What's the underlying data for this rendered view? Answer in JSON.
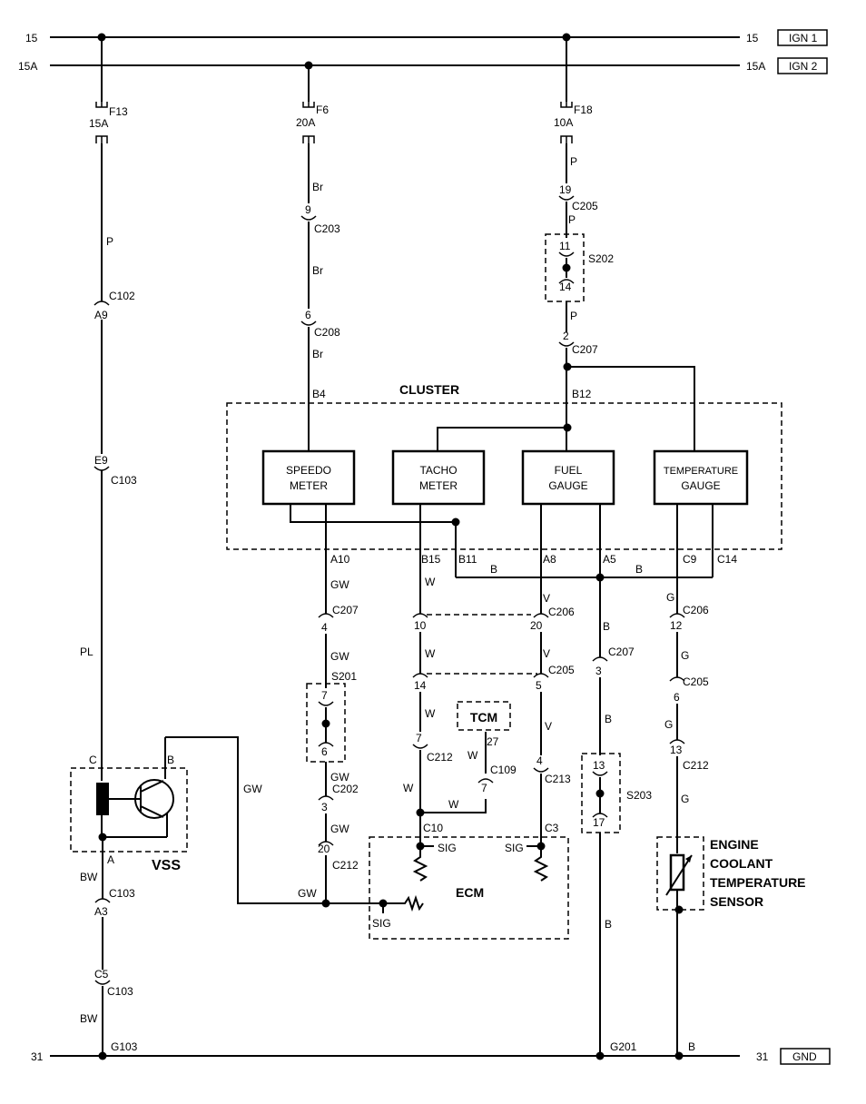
{
  "rails": {
    "ign1_left": "15",
    "ign1_right": "15",
    "ign1_tag": "IGN 1",
    "ign2_left": "15A",
    "ign2_right": "15A",
    "ign2_tag": "IGN 2",
    "gnd_left": "31",
    "gnd_right": "31",
    "gnd_tag": "GND"
  },
  "fuses": {
    "f13": {
      "name": "F13",
      "rating": "15A"
    },
    "f6": {
      "name": "F6",
      "rating": "20A"
    },
    "f18": {
      "name": "F18",
      "rating": "10A"
    }
  },
  "wires": {
    "p1": "P",
    "pl": "PL",
    "bw1": "BW",
    "bw2": "BW",
    "br1": "Br",
    "br2": "Br",
    "br3": "Br",
    "p2": "P",
    "p3": "P",
    "p4": "P",
    "gw_long": "GW",
    "gw_ecm": "GW",
    "gw1": "GW",
    "gw2": "GW",
    "gw3": "GW",
    "gw4": "GW",
    "w1": "W",
    "w2": "W",
    "w3": "W",
    "w4": "W",
    "w5": "W",
    "w6": "W",
    "v1": "V",
    "v2": "V",
    "v3": "V",
    "b_bus1": "B",
    "b_bus2": "B",
    "b1": "B",
    "b2": "B",
    "b3": "B",
    "b_gnd": "B",
    "g1": "G",
    "g2": "G",
    "g3": "G",
    "g4": "G"
  },
  "connectors": {
    "c102": "C102",
    "a9": "A9",
    "c103_e9": "C103",
    "e9": "E9",
    "c103_a3": "C103",
    "a3": "A3",
    "c103_c5": "C103",
    "c5": "C5",
    "g103": "G103",
    "c203": "C203",
    "n9": "9",
    "c208": "C208",
    "n6": "6",
    "b4": "B4",
    "c205_top": "C205",
    "n19": "19",
    "s202": "S202",
    "n11": "11",
    "n14_s": "14",
    "c207_top": "C207",
    "n2": "2",
    "b12": "B12",
    "a10": "A10",
    "b15": "B15",
    "b11": "B11",
    "a8": "A8",
    "a5": "A5",
    "c9": "C9",
    "c14": "C14",
    "c207_l": "C207",
    "n4": "4",
    "s201": "S201",
    "n7_s": "7",
    "n6_s": "6",
    "c202": "C202",
    "n3_l": "3",
    "c212_l": "C212",
    "n20_l": "20",
    "c206_m": "C206",
    "n10": "10",
    "n20_m": "20",
    "c205_m": "C205",
    "n14_m": "14",
    "n5": "5",
    "c212_m": "C212",
    "n7_m": "7",
    "c109": "C109",
    "n27": "27",
    "n7_tcm": "7",
    "c213": "C213",
    "n4_r": "4",
    "c10": "C10",
    "c3": "C3",
    "c207_r": "C207",
    "n3_r": "3",
    "s203": "S203",
    "n13_s": "13",
    "n17_s": "17",
    "g201": "G201",
    "c206_r": "C206",
    "n12": "12",
    "c205_r": "C205",
    "n6_r": "6",
    "c212_r": "C212",
    "n13_r": "13"
  },
  "components": {
    "cluster": "CLUSTER",
    "speedo_l1": "SPEEDO",
    "speedo_l2": "METER",
    "tacho_l1": "TACHO",
    "tacho_l2": "METER",
    "fuel_l1": "FUEL",
    "fuel_l2": "GAUGE",
    "temp_l1": "TEMPERATURE",
    "temp_l2": "GAUGE",
    "vss": "VSS",
    "vss_c": "C",
    "vss_b": "B",
    "vss_a": "A",
    "tcm": "TCM",
    "ecm": "ECM",
    "sig1": "SIG",
    "sig2": "SIG",
    "sig3": "SIG",
    "ect_l1": "ENGINE",
    "ect_l2": "COOLANT",
    "ect_l3": "TEMPERATURE",
    "ect_l4": "SENSOR"
  }
}
